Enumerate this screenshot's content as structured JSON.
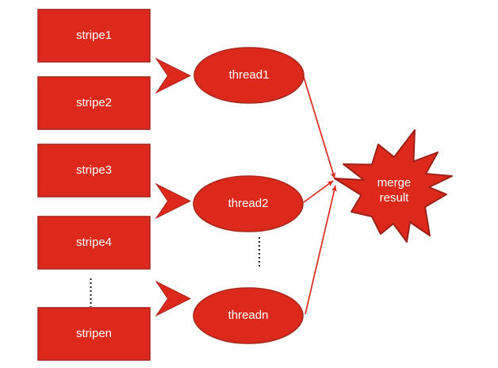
{
  "diagram": {
    "stripe_boxes": [
      {
        "label": "stripe1"
      },
      {
        "label": "stripe2"
      },
      {
        "label": "stripe3"
      },
      {
        "label": "stripe4"
      },
      {
        "label": "stripen"
      }
    ],
    "thread_nodes": [
      {
        "label": "thread1"
      },
      {
        "label": "thread2"
      },
      {
        "label": "threadn"
      }
    ],
    "merge_node": {
      "line1": "merge",
      "line2": "result"
    },
    "colors": {
      "shape-fill": "#dd291c",
      "shape-border": "#a8281e",
      "star-border": "#9c2015",
      "connector": "#dc2a1c",
      "dotted": "#1a1a1a",
      "label": "#ffffff"
    }
  }
}
